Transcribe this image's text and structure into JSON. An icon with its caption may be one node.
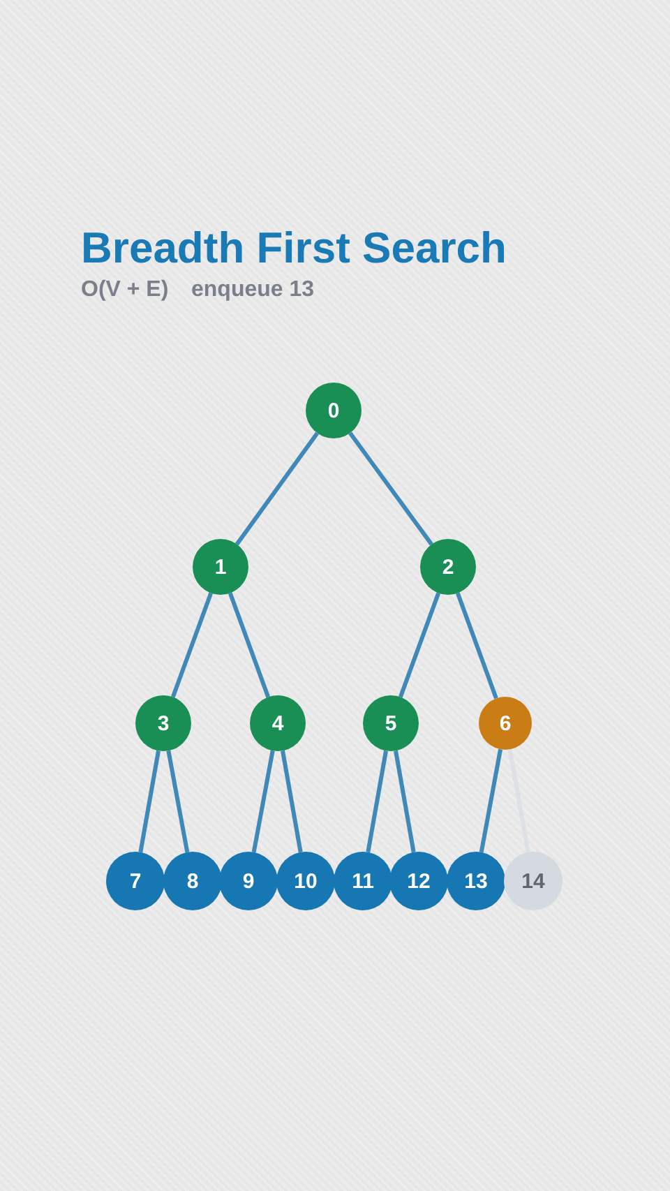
{
  "diagram": {
    "title": "Breadth First Search",
    "nodes": [
      {
        "text": [
          "0"
        ]
      },
      {
        "text": [
          "1"
        ]
      },
      {
        "text": [
          "2"
        ]
      },
      {
        "text": [
          "3"
        ]
      },
      {
        "text": [
          "4"
        ]
      },
      {
        "text": [
          "5"
        ]
      },
      {
        "text": [
          "6"
        ]
      },
      {
        "text": [
          "7"
        ]
      },
      {
        "text": [
          "8"
        ]
      },
      {
        "text": [
          "9"
        ]
      },
      {
        "text": [
          "10"
        ]
      },
      {
        "text": [
          "11"
        ]
      },
      {
        "text": [
          "12"
        ]
      },
      {
        "text": [
          "13"
        ]
      },
      {
        "text": [
          "14"
        ]
      }
    ],
    "edges": [
      {
        "from": 0,
        "to": 1,
        "arrow": "none"
      },
      {
        "from": 0,
        "to": 2,
        "arrow": "none"
      },
      {
        "from": 1,
        "to": 3,
        "arrow": "none"
      },
      {
        "from": 1,
        "to": 4,
        "arrow": "none"
      },
      {
        "from": 2,
        "to": 5,
        "arrow": "none"
      },
      {
        "from": 2,
        "to": 6,
        "arrow": "none"
      },
      {
        "from": 3,
        "to": 7,
        "arrow": "none"
      },
      {
        "from": 3,
        "to": 8,
        "arrow": "none"
      },
      {
        "from": 4,
        "to": 9,
        "arrow": "none"
      },
      {
        "from": 4,
        "to": 10,
        "arrow": "none"
      },
      {
        "from": 5,
        "to": 11,
        "arrow": "none"
      },
      {
        "from": 5,
        "to": 12,
        "arrow": "none"
      },
      {
        "from": 6,
        "to": 13,
        "arrow": "none"
      },
      {
        "from": 6,
        "to": 14,
        "arrow": "none",
        "color": "#dde1e6"
      }
    ],
    "labels": [
      "O(V + E)",
      "enqueue 13"
    ]
  }
}
